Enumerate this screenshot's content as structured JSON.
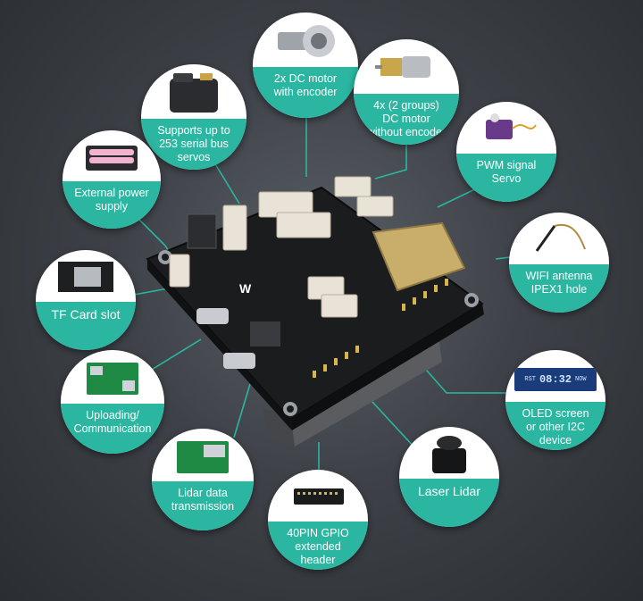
{
  "callouts": {
    "dc_motor_encoder": "2x DC motor with encoder",
    "serial_bus_servos": "Supports up to 253 serial bus servos",
    "dc_motor_no_encoder": "4x (2 groups) DC motor without encoder",
    "pwm_servo": "PWM signal Servo",
    "external_power": "External power supply",
    "wifi_antenna": "WIFI antenna IPEX1 hole",
    "tf_card": "TF Card slot",
    "oled": "OLED screen or other I2C device",
    "uploading": "Uploading/ Communication",
    "lidar_data": "Lidar data transmission",
    "laser_lidar": "Laser Lidar",
    "gpio_header": "40PIN GPIO extended header"
  },
  "oled_display": {
    "left": "RST",
    "time": "08:32",
    "right": "NOW"
  },
  "colors": {
    "accent": "#2ab6a0",
    "board": "#1b1c1e",
    "connector": "#e9e2d6"
  }
}
